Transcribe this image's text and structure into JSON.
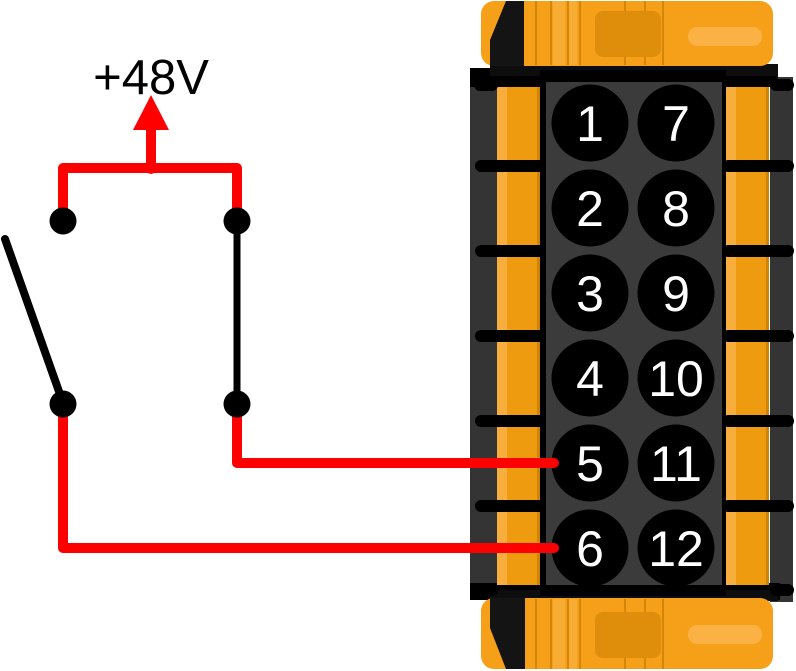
{
  "schematic": {
    "supply_label": "+48V",
    "colors": {
      "wire": "#ff0000",
      "contact": "#000000"
    }
  },
  "connector": {
    "pins_left": [
      "1",
      "2",
      "3",
      "4",
      "5",
      "6"
    ],
    "pins_right": [
      "7",
      "8",
      "9",
      "10",
      "11",
      "12"
    ],
    "colors": {
      "shell_orange": "#f6a01a",
      "shell_stripe_light": "#f8ac33",
      "shell_inset_dark": "#de8e0b",
      "shell_pill_light": "#fbb144",
      "cell_orange": "#ef9b10",
      "cell_stripe_light": "#f8ae3c",
      "cell_edge_dark": "#cf8406",
      "panel_gray": "#3b3b3b",
      "strip_gray": "#343434",
      "pin_black": "#000000",
      "pin_text": "#ffffff",
      "latch_black": "#141414"
    }
  }
}
